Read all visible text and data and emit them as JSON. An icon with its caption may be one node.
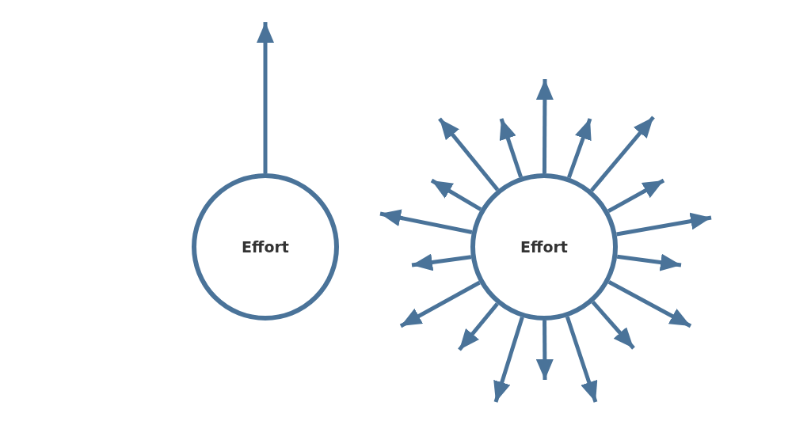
{
  "diagram": {
    "nodes": [
      {
        "text": [
          "Effort"
        ]
      },
      {
        "text": [
          "Effort"
        ]
      }
    ],
    "edges": [
      {
        "from": 0,
        "to": null,
        "arrow": "to"
      },
      {
        "from": 1,
        "to": null,
        "arrow": "to"
      },
      {
        "from": 1,
        "to": null,
        "arrow": "to"
      },
      {
        "from": 1,
        "to": null,
        "arrow": "to"
      },
      {
        "from": 1,
        "to": null,
        "arrow": "to"
      },
      {
        "from": 1,
        "to": null,
        "arrow": "to"
      },
      {
        "from": 1,
        "to": null,
        "arrow": "to"
      },
      {
        "from": 1,
        "to": null,
        "arrow": "to"
      },
      {
        "from": 1,
        "to": null,
        "arrow": "to"
      },
      {
        "from": 1,
        "to": null,
        "arrow": "to"
      },
      {
        "from": 1,
        "to": null,
        "arrow": "to"
      },
      {
        "from": 1,
        "to": null,
        "arrow": "to"
      },
      {
        "from": 1,
        "to": null,
        "arrow": "to"
      },
      {
        "from": 1,
        "to": null,
        "arrow": "to"
      },
      {
        "from": 1,
        "to": null,
        "arrow": "to"
      },
      {
        "from": 1,
        "to": null,
        "arrow": "to"
      },
      {
        "from": 1,
        "to": null,
        "arrow": "to"
      },
      {
        "from": 1,
        "to": null,
        "arrow": "to"
      },
      {
        "from": 1,
        "to": null,
        "arrow": "to"
      }
    ]
  }
}
